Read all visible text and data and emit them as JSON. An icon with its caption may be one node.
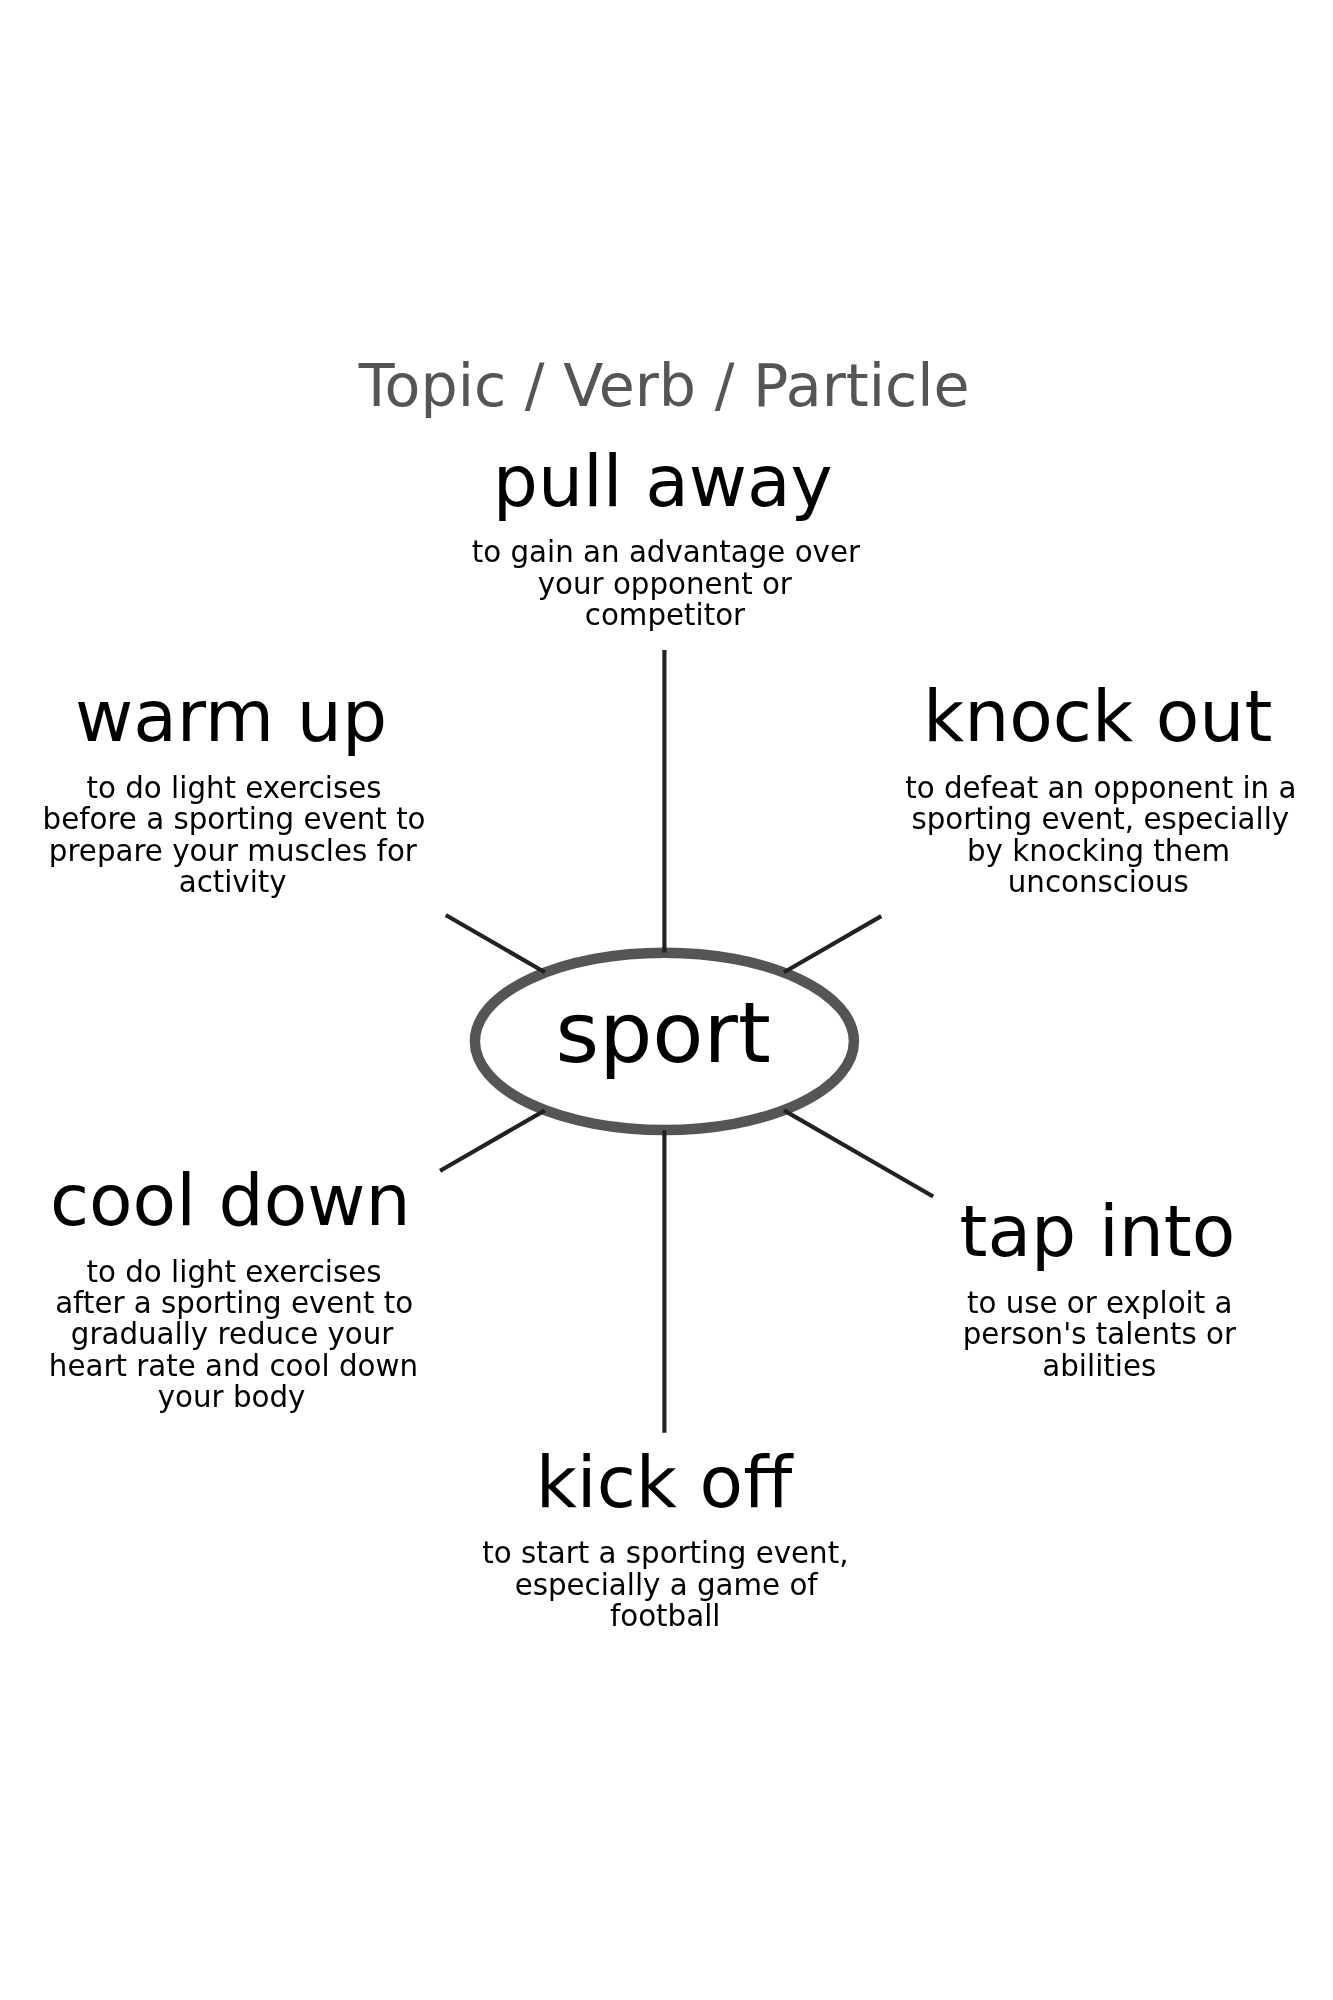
{
  "diagram": {
    "title": "Topic / Verb / Particle",
    "nodes": [
      {
        "text": [
          "sport"
        ]
      },
      {
        "text": [
          "knock out"
        ],
        "beside": [
          "to defeat an opponent in a sporting event, especially by knocking them unconscious"
        ]
      },
      {
        "text": [
          "pull away"
        ],
        "beside": [
          "to gain an advantage over your opponent or competitor"
        ]
      },
      {
        "text": [
          "warm up"
        ],
        "beside": [
          "to do light exercises before a sporting event to prepare your muscles for activity"
        ]
      },
      {
        "text": [
          "cool down"
        ],
        "beside": [
          "to do light exercises after a sporting event to gradually reduce your heart rate and cool down your body"
        ]
      },
      {
        "text": [
          "kick off"
        ],
        "beside": [
          "to start a sporting event, especially a game of football"
        ]
      },
      {
        "text": [
          "tap into"
        ],
        "beside": [
          "to use or exploit a person's talents or abilities"
        ]
      }
    ],
    "edges": [
      {
        "from": 0,
        "to": 1,
        "arrow": "none"
      },
      {
        "from": 0,
        "to": 2,
        "arrow": "none"
      },
      {
        "from": 0,
        "to": 3,
        "arrow": "none"
      },
      {
        "from": 0,
        "to": 4,
        "arrow": "none"
      },
      {
        "from": 0,
        "to": 5,
        "arrow": "none"
      },
      {
        "from": 0,
        "to": 6,
        "arrow": "none"
      }
    ]
  }
}
